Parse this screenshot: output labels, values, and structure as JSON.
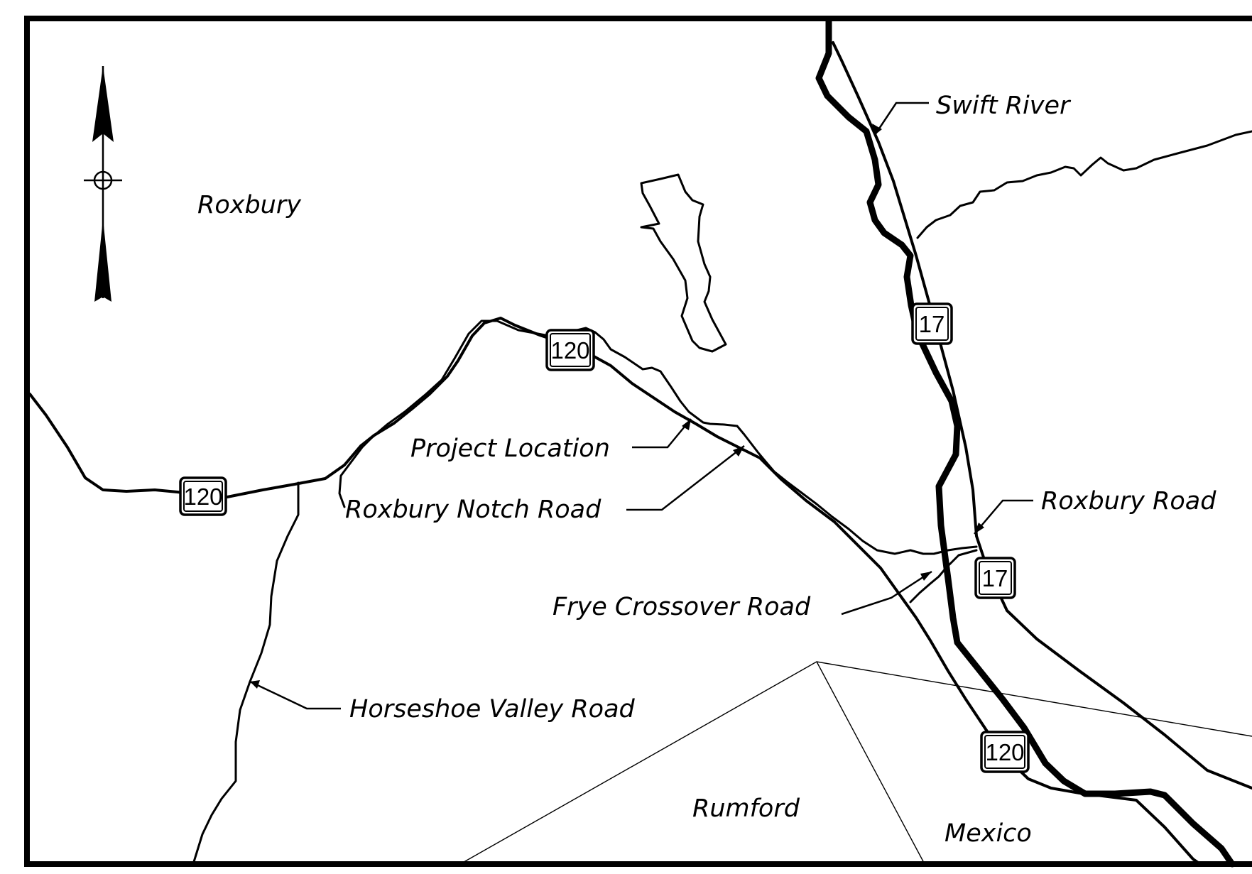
{
  "map": {
    "towns": {
      "roxbury": "Roxbury",
      "rumford": "Rumford",
      "mexico": "Mexico"
    },
    "labels": {
      "swift_river": "Swift River",
      "project_location": "Project Location",
      "roxbury_notch_road": "Roxbury Notch Road",
      "roxbury_road": "Roxbury Road",
      "frye_crossover_road": "Frye Crossover Road",
      "horseshoe_valley_road": "Horseshoe Valley Road"
    },
    "route_shields": {
      "r120_west": "120",
      "r120_notch": "120",
      "r120_south": "120",
      "r17_north": "17",
      "r17_south": "17"
    },
    "north_arrow_icon": "north-arrow-icon",
    "colors": {
      "ink": "#000000",
      "paper": "#ffffff"
    }
  }
}
